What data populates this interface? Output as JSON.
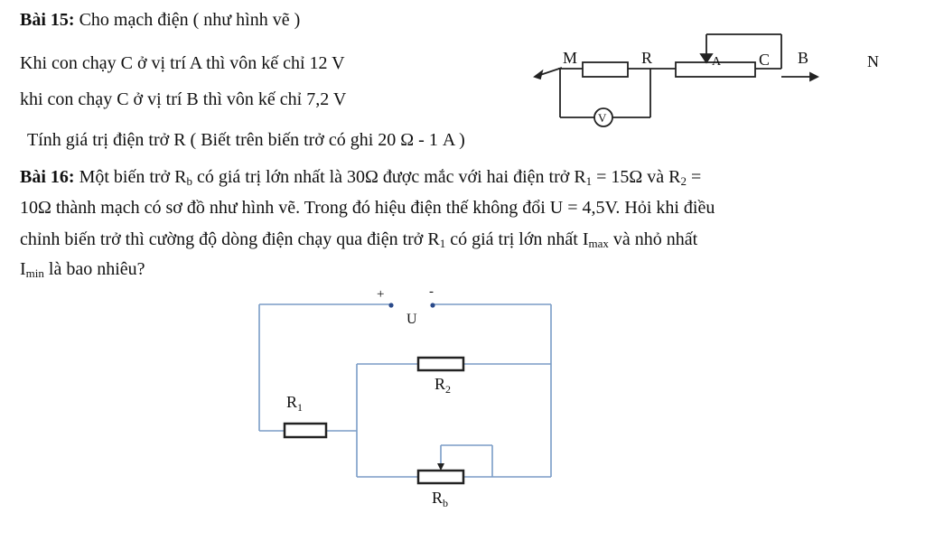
{
  "bai15": {
    "label": "Bài 15:",
    "title": " Cho mạch điện ( như hình vẽ )",
    "line1": "Khi con chạy C ở vị trí A thì vôn kế chỉ 12 V",
    "line2": "khi con chạy C ở vị trí B thì vôn kế chỉ 7,2 V",
    "question": "Tính giá trị điện trở R ( Biết trên biến trở có ghi 20  Ω - 1 A )"
  },
  "circuit1": {
    "M": "M",
    "R": "R",
    "A": "A",
    "C": "C",
    "B": "B",
    "N": "N",
    "V": "V"
  },
  "bai16": {
    "label": "Bài 16:",
    "l1_a": " Một biến trở R",
    "l1_sub_b": "b",
    "l1_b": " có giá trị lớn nhất là 30Ω được mắc với hai điện trở R",
    "l1_sub_1": "1",
    "l1_c": " = 15Ω và R",
    "l1_sub_2": "2",
    "l1_d": " =",
    "l2": "10Ω thành mạch có sơ đồ như hình vẽ. Trong đó hiệu điện thế không đổi U = 4,5V. Hỏi khi điều",
    "l3_a": "chỉnh biến trở thì cường độ dòng điện chạy qua điện trở R",
    "l3_sub_1": "1",
    "l3_b": " có giá trị lớn nhất I",
    "l3_sub_max": "max",
    "l3_c": " và nhỏ nhất",
    "l4_a": "I",
    "l4_sub_min": "min",
    "l4_b": " là bao nhiêu?"
  },
  "circuit2": {
    "plus": "+",
    "minus": "-",
    "U": "U",
    "R1": "R",
    "R1_sub": "1",
    "R2": "R",
    "R2_sub": "2",
    "Rb": "R",
    "Rb_sub": "b",
    "wire_color": "#7a9cc6"
  }
}
